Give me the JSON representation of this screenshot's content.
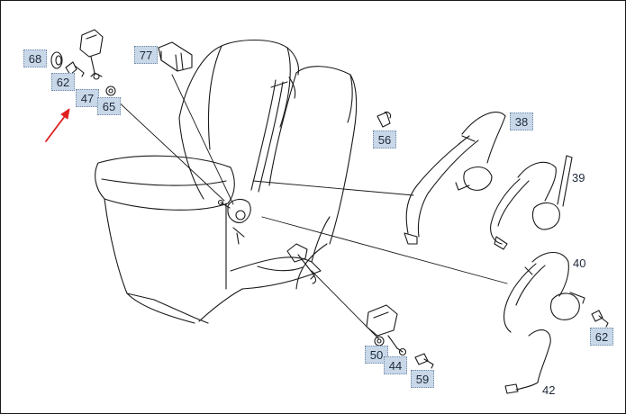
{
  "callouts": [
    {
      "id": "68",
      "label": "68"
    },
    {
      "id": "62a",
      "label": "62"
    },
    {
      "id": "47",
      "label": "47"
    },
    {
      "id": "65",
      "label": "65"
    },
    {
      "id": "77",
      "label": "77"
    },
    {
      "id": "56",
      "label": "56"
    },
    {
      "id": "38",
      "label": "38"
    },
    {
      "id": "50",
      "label": "50"
    },
    {
      "id": "44",
      "label": "44"
    },
    {
      "id": "59",
      "label": "59"
    },
    {
      "id": "62b",
      "label": "62"
    }
  ],
  "plain_labels": [
    {
      "id": "39",
      "label": "39"
    },
    {
      "id": "40",
      "label": "40"
    },
    {
      "id": "42",
      "label": "42"
    }
  ],
  "colors": {
    "callout_fill": "#c9d8e8",
    "line": "#1a1a1a",
    "arrow": "#e02020"
  }
}
